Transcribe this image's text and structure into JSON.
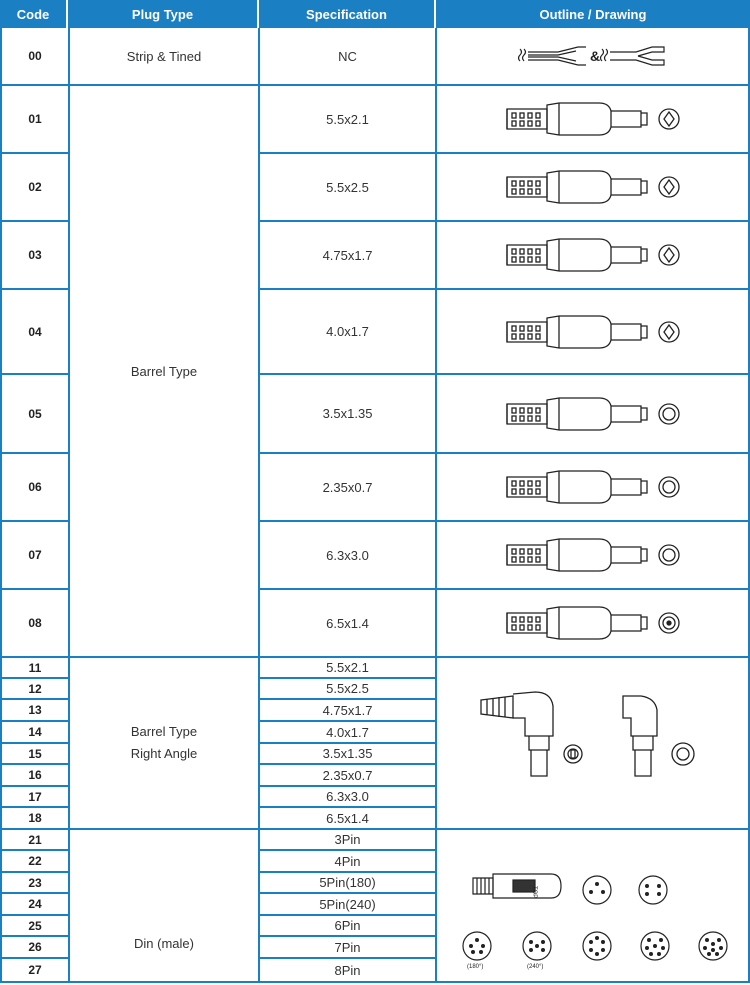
{
  "headers": {
    "code": "Code",
    "plug_type": "Plug Type",
    "specification": "Specification",
    "drawing": "Outline / Drawing"
  },
  "colors": {
    "header_bg": "#1b7fc3",
    "grid": "#1b7fc3",
    "text": "#333333"
  },
  "groups": {
    "strip": "Strip & Tined",
    "barrel": "Barrel Type",
    "right_angle_line1": "Barrel Type",
    "right_angle_line2": "Right Angle",
    "din": "Din (male)"
  },
  "rows": {
    "r00": {
      "code": "00",
      "spec": "NC"
    },
    "r01": {
      "code": "01",
      "spec": "5.5x2.1"
    },
    "r02": {
      "code": "02",
      "spec": "5.5x2.5"
    },
    "r03": {
      "code": "03",
      "spec": "4.75x1.7"
    },
    "r04": {
      "code": "04",
      "spec": "4.0x1.7"
    },
    "r05": {
      "code": "05",
      "spec": "3.5x1.35"
    },
    "r06": {
      "code": "06",
      "spec": "2.35x0.7"
    },
    "r07": {
      "code": "07",
      "spec": "6.3x3.0"
    },
    "r08": {
      "code": "08",
      "spec": "6.5x1.4"
    },
    "r11": {
      "code": "11",
      "spec": "5.5x2.1"
    },
    "r12": {
      "code": "12",
      "spec": "5.5x2.5"
    },
    "r13": {
      "code": "13",
      "spec": "4.75x1.7"
    },
    "r14": {
      "code": "14",
      "spec": "4.0x1.7"
    },
    "r15": {
      "code": "15",
      "spec": "3.5x1.35"
    },
    "r16": {
      "code": "16",
      "spec": "2.35x0.7"
    },
    "r17": {
      "code": "17",
      "spec": "6.3x3.0"
    },
    "r18": {
      "code": "18",
      "spec": "6.5x1.4"
    },
    "r21": {
      "code": "21",
      "spec": "3Pin"
    },
    "r22": {
      "code": "22",
      "spec": "4Pin"
    },
    "r23": {
      "code": "23",
      "spec": "5Pin(180)"
    },
    "r24": {
      "code": "24",
      "spec": "5Pin(240)"
    },
    "r25": {
      "code": "25",
      "spec": "6Pin"
    },
    "r26": {
      "code": "26",
      "spec": "7Pin"
    },
    "r27": {
      "code": "27",
      "spec": "8Pin"
    }
  },
  "drawing_labels": {
    "ampersand": "&",
    "top": "TOP",
    "din_180": "(180°)",
    "din_240": "(240°)"
  }
}
